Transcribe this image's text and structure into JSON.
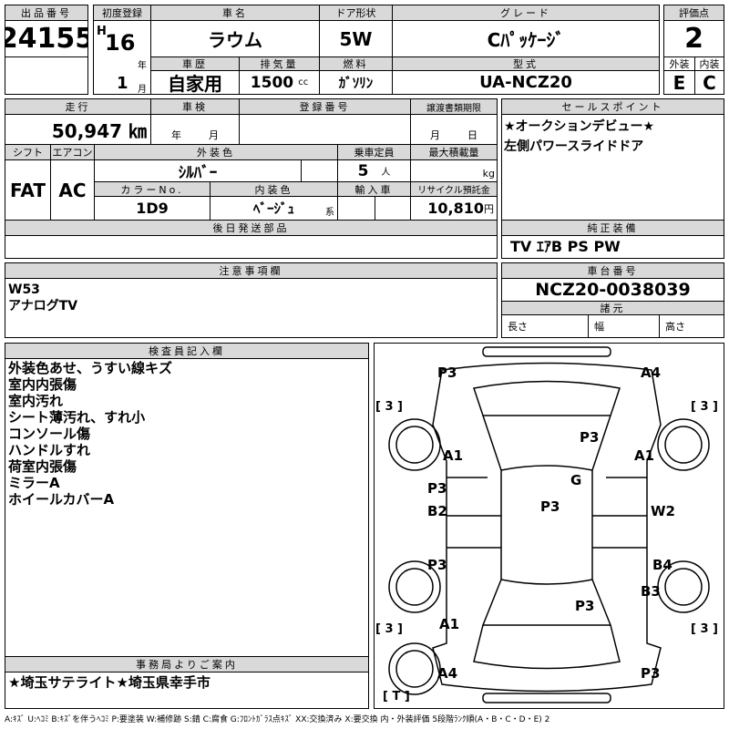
{
  "lot": {
    "label": "出品番号",
    "value": "24155"
  },
  "reg": {
    "label": "初度登録",
    "era": "H",
    "year": "16",
    "year_unit": "年",
    "month": "1",
    "month_unit": "月"
  },
  "car_name": {
    "label": "車名",
    "value": "ラウム"
  },
  "door": {
    "label": "ドア形状",
    "value": "5W"
  },
  "grade": {
    "label": "グレード",
    "value": "Cﾊﾟｯｹｰｼﾞ"
  },
  "history": {
    "label": "車歴",
    "value": "自家用"
  },
  "displacement": {
    "label": "排気量",
    "value": "1500",
    "unit": "cc"
  },
  "fuel": {
    "label": "燃料",
    "value": "ｶﾞｿﾘﾝ"
  },
  "model": {
    "label": "型式",
    "value": "UA-NCZ20"
  },
  "score": {
    "label": "評価点",
    "value": "2",
    "ext_label": "外装",
    "int_label": "内装",
    "ext": "E",
    "int": "C"
  },
  "mileage": {
    "label": "走行",
    "value": "50,947 ㎞"
  },
  "inspection": {
    "label": "車検",
    "year_unit": "年",
    "month_unit": "月"
  },
  "regno": {
    "label": "登録番号"
  },
  "transfer": {
    "label": "譲渡書類期限",
    "month_unit": "月",
    "day_unit": "日"
  },
  "shift": {
    "label": "シフト",
    "value": "FAT"
  },
  "ac": {
    "label": "エアコン",
    "value": "AC"
  },
  "ext_color": {
    "label": "外装色",
    "value": "ｼﾙﾊﾞｰ"
  },
  "capacity": {
    "label": "乗車定員",
    "value": "5",
    "unit": "人"
  },
  "load": {
    "label": "最大積載量",
    "unit": "kg"
  },
  "color_no": {
    "label": "カラーNo.",
    "value": "1D9"
  },
  "int_color": {
    "label": "内装色",
    "value": "ﾍﾞｰｼﾞｭ",
    "suffix": "系"
  },
  "import": {
    "label": "輸入車"
  },
  "recycle": {
    "label": "リサイクル預託金",
    "value": "10,810",
    "unit": "円"
  },
  "later_parts": {
    "label": "後日発送部品"
  },
  "sales": {
    "label": "セールスポイント",
    "lines": [
      "★オークションデビュー★",
      "左側パワースライドドア"
    ]
  },
  "equipment": {
    "label": "純正装備",
    "value": "TV ｴｱB PS PW"
  },
  "notes": {
    "label": "注意事項欄",
    "lines": [
      "W53",
      "アナログTV"
    ]
  },
  "chassis": {
    "label": "車台番号",
    "value": "NCZ20-0038039",
    "spec_label": "諸元",
    "length": "長さ",
    "width": "幅",
    "height": "高さ"
  },
  "inspector": {
    "label": "検査員記入欄",
    "lines": [
      "外装色あせ、うすい線キズ",
      "室内内張傷",
      "室内汚れ",
      "シート薄汚れ、すれ小",
      "コンソール傷",
      "ハンドルすれ",
      "荷室内張傷",
      "ミラーA",
      "ホイールカバーA"
    ]
  },
  "office": {
    "label": "事務局よりご案内",
    "value": "★埼玉サテライト★埼玉県幸手市"
  },
  "diagram": {
    "marks": {
      "fl_corner": "P3",
      "fr_corner": "A4",
      "hood": "P3",
      "l_fender": "A1",
      "r_fender": "A1",
      "windshield": "G",
      "l_door_f": "P3",
      "l_door_f2": "B2",
      "roof": "P3",
      "r_door_f": "W2",
      "l_door_r": "P3",
      "r_door_r": "B4",
      "r_quarter": "B3",
      "trunk": "P3",
      "l_quarter": "A1",
      "rl_corner": "A4",
      "rr_corner": "P3"
    },
    "tires": [
      "[ 3 ]",
      "[ 3 ]",
      "[ 3 ]",
      "[ 3 ]",
      "[ T ]"
    ]
  },
  "legend": "A:ｷｽﾞ U:ﾍｺﾐ B:ｷｽﾞを伴うﾍｺﾐ P:要塗装 W:補修跡 S:錆 C:腐食 G:ﾌﾛﾝﾄｶﾞﾗｽ点ｷｽﾞ XX:交換済み X:要交換 内・外装評価 5段階ﾗﾝｸ順(A・B・C・D・E) 2"
}
